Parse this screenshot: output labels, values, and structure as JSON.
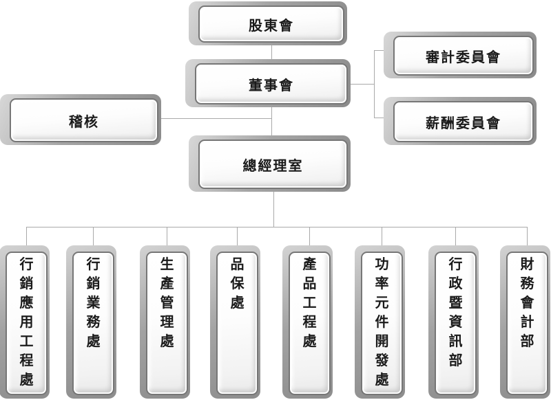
{
  "diagram": {
    "type": "organization-chart",
    "nodes": {
      "shareholders": "股東會",
      "board": "董事會",
      "audit_committee": "審計委員會",
      "compensation_committee": "薪酬委員會",
      "internal_audit": "稽核",
      "gm_office": "總經理室"
    },
    "departments": [
      "行銷應用工程處",
      "行銷業務處",
      "生產管理處",
      "品保處",
      "產品工程處",
      "功率元件開發處",
      "行政暨資訊部",
      "財務會計部"
    ],
    "hierarchy": {
      "shareholders_to": "board",
      "board_to": [
        "audit_committee",
        "compensation_committee",
        "gm_office"
      ],
      "internal_audit_reports_between": "board and gm_office",
      "gm_office_to": "all 8 departments"
    }
  },
  "colors": {
    "background": "#ffffff",
    "connector": "#a9a9a9",
    "node_border": "#767676",
    "node_fill": "#ffffff",
    "node_shadow": "#9a9a9a",
    "text": "#1a1a1a"
  }
}
